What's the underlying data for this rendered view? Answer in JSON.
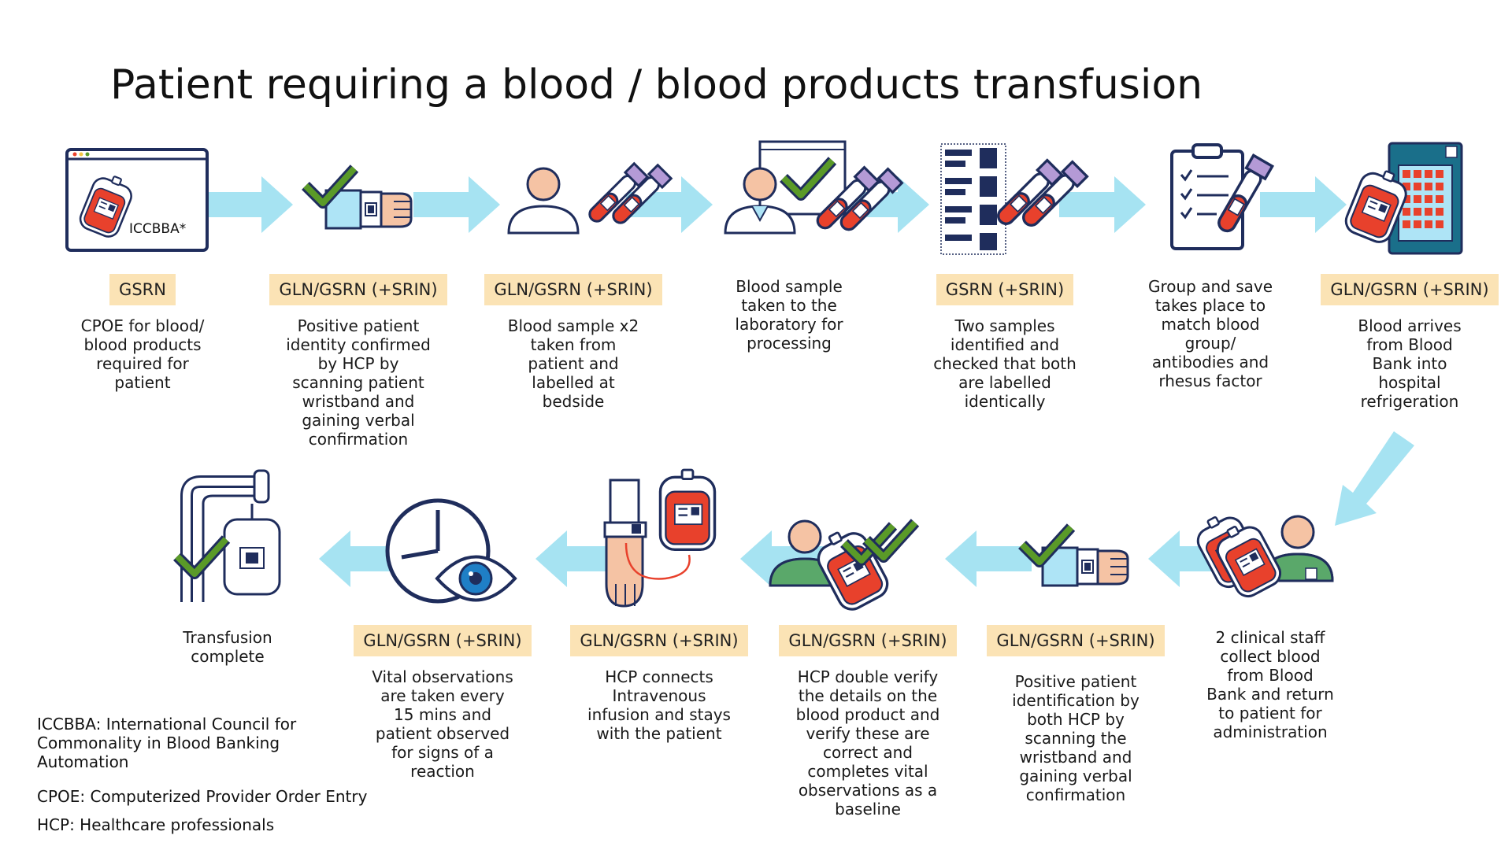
{
  "title": "Patient requiring a blood / blood products transfusion",
  "colors": {
    "arrow": "#a6e3f2",
    "tag_bg": "#fbe3b5",
    "outline": "#1f2d5c",
    "red": "#e8412c",
    "check_green": "#5a9a28",
    "skin": "#f5c3a4",
    "light_blue": "#aee4f6",
    "tube_purple": "#b49ad6",
    "eye_blue": "#1f7fc6",
    "fridge_teal": "#1a6f8a"
  },
  "icons": {
    "cpoe_label": "ICCBBA*"
  },
  "steps": [
    {
      "id": 1,
      "icon": "order-screen-icon",
      "tag": "GSRN",
      "desc": [
        "CPOE for blood/",
        "blood products",
        "required for",
        "patient"
      ]
    },
    {
      "id": 2,
      "icon": "wristband-check-icon",
      "tag": "GLN/GSRN (+SRIN)",
      "desc": [
        "Positive patient",
        "identity confirmed",
        "by HCP by",
        "scanning patient",
        "wristband and",
        "gaining verbal",
        "confirmation"
      ]
    },
    {
      "id": 3,
      "icon": "patient-tubes-icon",
      "tag": "GLN/GSRN (+SRIN)",
      "desc": [
        "Blood sample x2",
        "taken from",
        "patient and",
        "labelled at",
        "bedside"
      ]
    },
    {
      "id": 4,
      "icon": "doctor-tubes-icon",
      "tag": "",
      "desc": [
        "Blood sample",
        "taken to the",
        "laboratory for",
        "processing"
      ]
    },
    {
      "id": 5,
      "icon": "barcode-tubes-icon",
      "tag": "GSRN (+SRIN)",
      "desc": [
        "Two samples",
        "identified and",
        "checked that both",
        "are labelled",
        "identically"
      ]
    },
    {
      "id": 6,
      "icon": "clipboard-tube-icon",
      "tag": "",
      "desc": [
        "Group and save",
        "takes place to",
        "match blood",
        "group/",
        "antibodies and",
        "rhesus factor"
      ]
    },
    {
      "id": 7,
      "icon": "blood-fridge-icon",
      "tag": "GLN/GSRN (+SRIN)",
      "desc": [
        "Blood arrives",
        "from Blood",
        "Bank into",
        "hospital",
        "refrigeration"
      ]
    },
    {
      "id": 8,
      "icon": "staff-blood-bags-icon",
      "tag": "",
      "desc": [
        "2 clinical staff",
        "collect blood",
        "from Blood",
        "Bank and return",
        "to patient for",
        "administration"
      ]
    },
    {
      "id": 9,
      "icon": "wristband-check-icon",
      "tag": "GLN/GSRN (+SRIN)",
      "desc": [
        "Positive patient",
        "identification by",
        "both HCP by",
        "scanning the",
        "wristband and",
        "gaining verbal",
        "confirmation"
      ]
    },
    {
      "id": 10,
      "icon": "nurse-double-check-icon",
      "tag": "GLN/GSRN (+SRIN)",
      "desc": [
        "HCP double verify",
        "the details on the",
        "blood product and",
        "verify these are",
        "correct and",
        "completes vital",
        "observations as a",
        "baseline"
      ]
    },
    {
      "id": 11,
      "icon": "iv-arm-bag-icon",
      "tag": "GLN/GSRN (+SRIN)",
      "desc": [
        "HCP connects",
        "Intravenous",
        "infusion and stays",
        "with the patient"
      ]
    },
    {
      "id": 12,
      "icon": "clock-eye-icon",
      "tag": "GLN/GSRN (+SRIN)",
      "desc": [
        "Vital observations",
        "are taken every",
        "15 mins and",
        "patient observed",
        "for signs of a",
        "reaction"
      ]
    },
    {
      "id": 13,
      "icon": "iv-stand-check-icon",
      "tag": "",
      "desc": [
        "Transfusion",
        "complete"
      ]
    }
  ],
  "notes": [
    "ICCBBA: International Council for Commonality in Blood Banking Automation",
    "CPOE: Computerized Provider Order Entry",
    "HCP: Healthcare professionals"
  ]
}
